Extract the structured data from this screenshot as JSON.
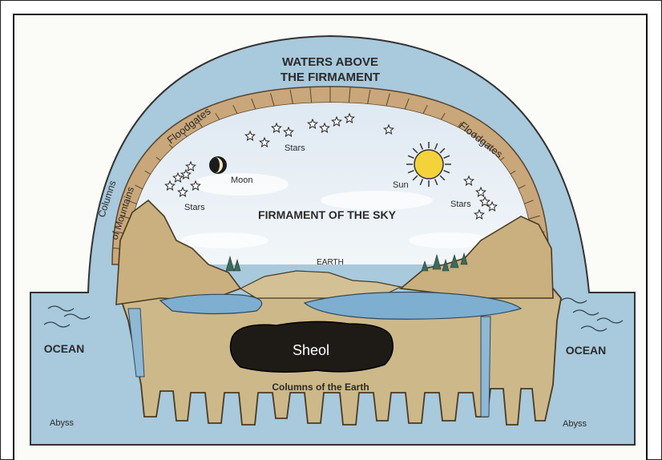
{
  "labels": {
    "waters_above_line1": "WATERS ABOVE",
    "waters_above_line2": "THE FIRMAMENT",
    "floodgates_left": "Floodgates",
    "floodgates_right": "Floodgates",
    "columns_of_mountains_line1": "Columns",
    "columns_of_mountains_line2": "of Mountains",
    "moon": "Moon",
    "sun": "Sun",
    "stars_top": "Stars",
    "stars_left": "Stars",
    "stars_right": "Stars",
    "firmament": "FIRMAMENT OF THE SKY",
    "earth": "EARTH",
    "ocean_left": "OCEAN",
    "ocean_right": "OCEAN",
    "sheol": "Sheol",
    "columns_of_earth": "Columns of the Earth",
    "abyss_left": "Abyss",
    "abyss_right": "Abyss"
  },
  "colors": {
    "water": "#a9c9dc",
    "sky": "#e8f0f6",
    "earth": "#cdb88a",
    "earth_dark": "#9a8458",
    "brick": "#c9a77a",
    "sheol": "#1e1b17",
    "sun": "#f4d23a",
    "trees": "#3d6b5a"
  }
}
